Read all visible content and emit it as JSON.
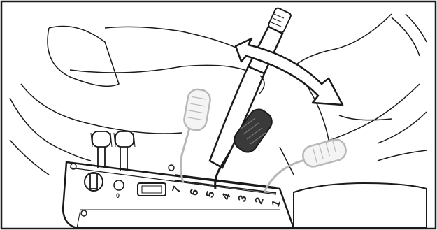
{
  "illustration": {
    "panel_numbers": [
      "7",
      "6",
      "5",
      "4",
      "3",
      "2",
      "1"
    ],
    "switch_label": "0 / I",
    "colors": {
      "outline": "#1a1a1a",
      "background": "#ffffff",
      "active_knob": "#3a3a3a",
      "ghost_knob": "#b8b8b8",
      "ghost_fill": "#f4f4f4",
      "arrow_fill": "#ffffff"
    },
    "icons": [
      "double-arrow-icon",
      "lever-knob-icon",
      "ghost-knob-icon",
      "connector-icon"
    ]
  }
}
